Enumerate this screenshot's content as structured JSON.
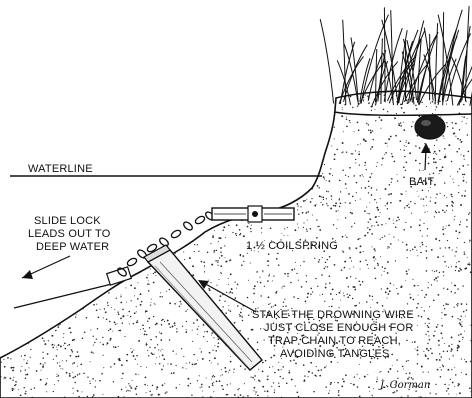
{
  "labels": {
    "waterline": "WATERLINE",
    "bait": "BAIT",
    "slide_lock": [
      "SLIDE LOCK",
      "LEADS OUT TO",
      "DEEP WATER"
    ],
    "coilspring": "1 ½ COILSPRING",
    "stake_note": [
      "STAKE THE DROWNING WIRE",
      "JUST CLOSE ENOUGH FOR",
      "TRAP CHAIN TO REACH,",
      "AVOIDING TANGLES"
    ]
  },
  "signature": "J. Gorman",
  "colors": {
    "ink": "#111111",
    "bank_fill": "#ffffff",
    "stipple": "#2a2a2a",
    "stake_fill": "#f2f2f2"
  }
}
